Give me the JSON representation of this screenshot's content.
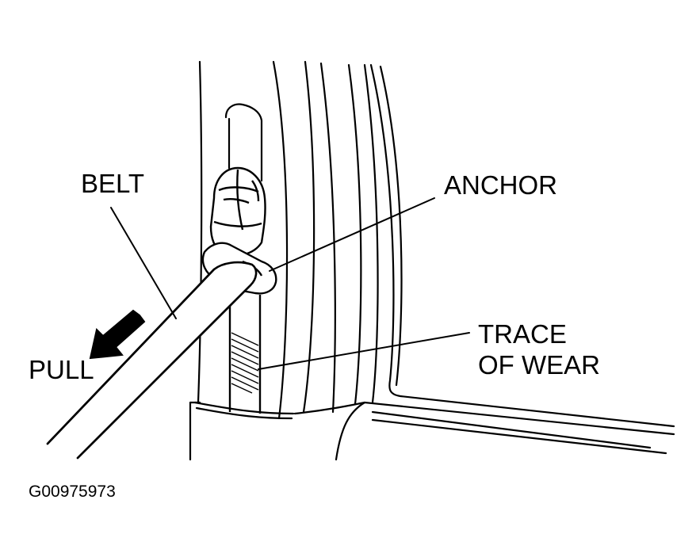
{
  "labels": {
    "belt": "BELT",
    "anchor": "ANCHOR",
    "trace_line1": "TRACE",
    "trace_line2": "OF WEAR",
    "pull": "PULL"
  },
  "figure_code": "G00975973",
  "colors": {
    "ink": "#000000",
    "paper": "#ffffff"
  }
}
